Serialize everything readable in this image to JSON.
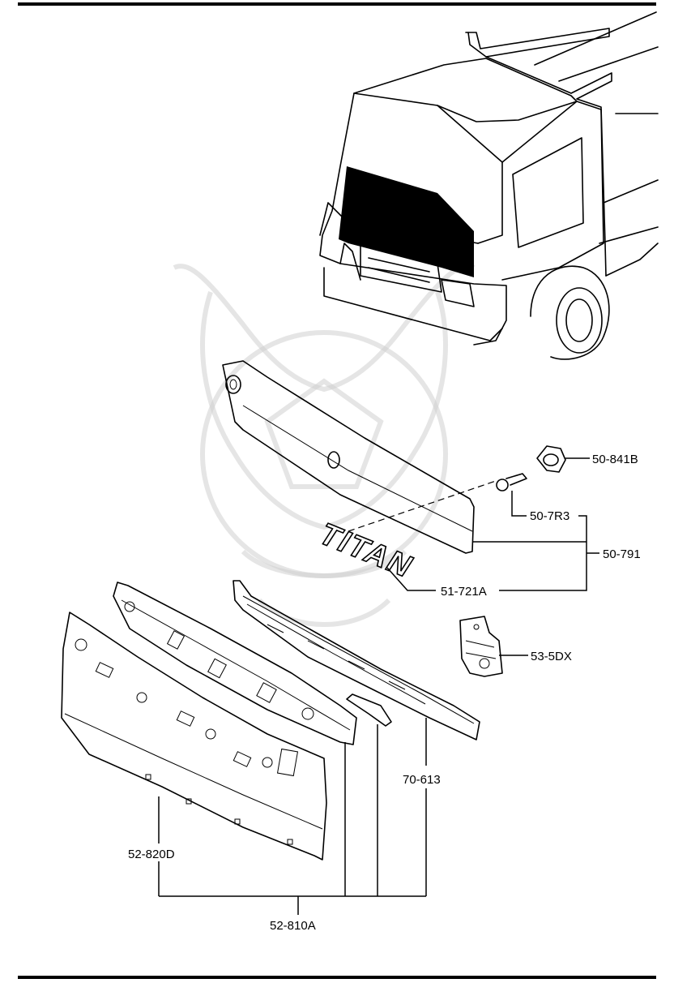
{
  "diagram": {
    "truck_emblem_text": "TITAN",
    "callouts": [
      {
        "id": "50-841B",
        "text": "50-841B"
      },
      {
        "id": "50-7R3",
        "text": "50-7R3"
      },
      {
        "id": "50-791",
        "text": "50-791"
      },
      {
        "id": "51-721A",
        "text": "51-721A"
      },
      {
        "id": "53-5DX",
        "text": "53-5DX"
      },
      {
        "id": "70-613",
        "text": "70-613"
      },
      {
        "id": "52-820D",
        "text": "52-820D"
      },
      {
        "id": "52-810A",
        "text": "52-810A"
      }
    ]
  }
}
